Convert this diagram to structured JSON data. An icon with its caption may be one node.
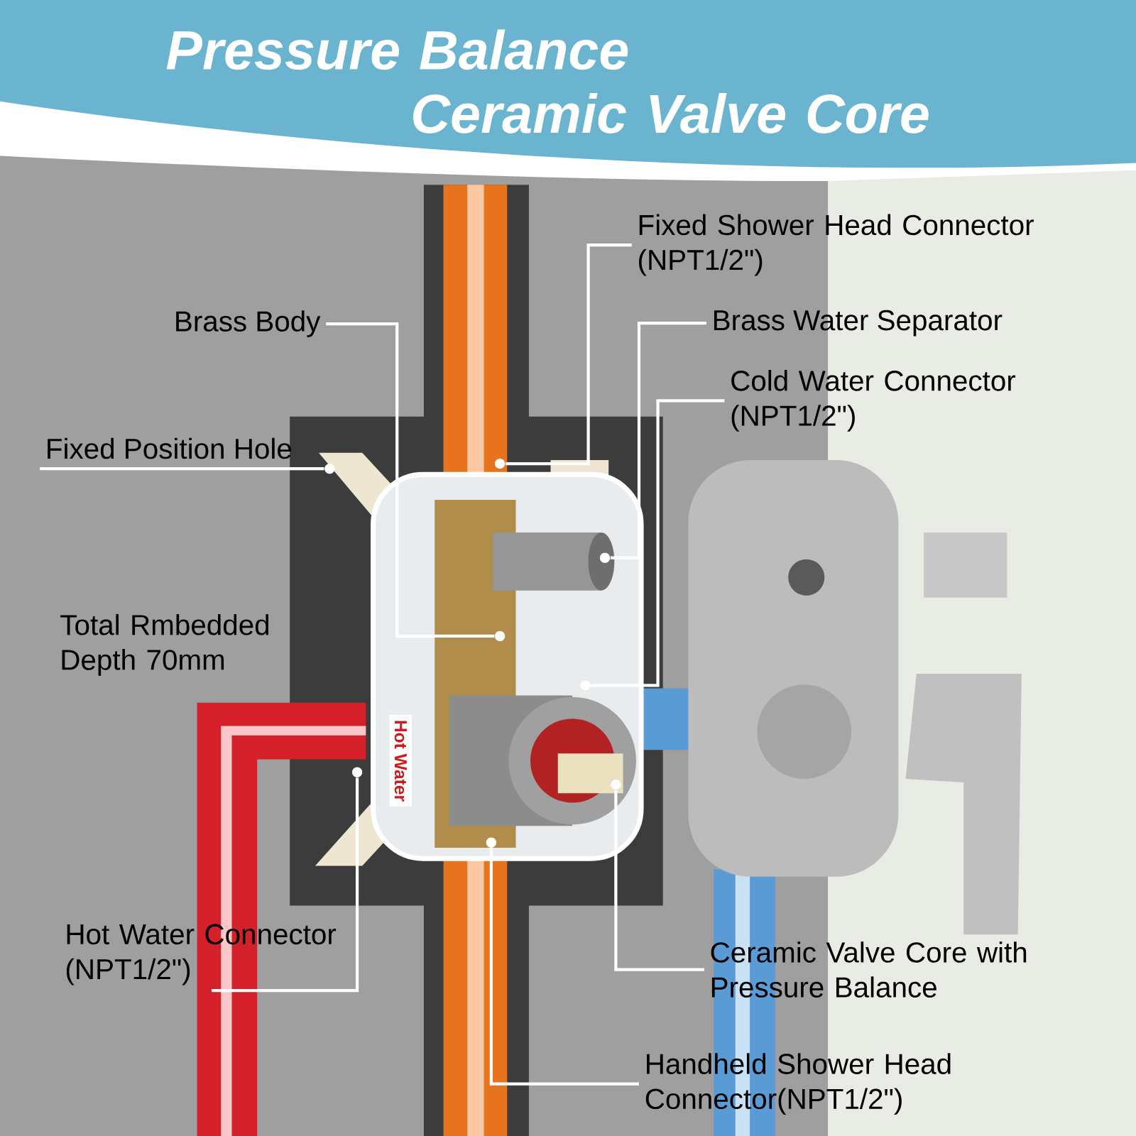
{
  "diagram": {
    "title": "Pressure Balance Ceramic Valve Core",
    "nodes": [
      {
        "text": [
          "Fixed Shower Head Connector (NPT1/2\")"
        ]
      },
      {
        "text": [
          "Brass Body"
        ]
      },
      {
        "text": [
          "Brass Water Separator"
        ]
      },
      {
        "text": [
          "Cold Water Connector (NPT1/2\")"
        ]
      },
      {
        "text": [
          "Fixed Position Hole"
        ]
      },
      {
        "text": [
          "Hot Water Connector (NPT1/2\")"
        ]
      },
      {
        "text": [
          "Ceramic Valve Core with Pressure Balance"
        ]
      },
      {
        "text": [
          "Handheld Shower Head Connector(NPT1/2\")"
        ]
      },
      {
        "text": [],
        "shape": "circle"
      },
      {
        "text": [],
        "shape": "circle"
      },
      {
        "text": [],
        "shape": "circle"
      },
      {
        "text": [],
        "shape": "circle"
      },
      {
        "text": [],
        "shape": "circle"
      },
      {
        "text": [],
        "shape": "circle"
      },
      {
        "text": [],
        "shape": "circle"
      },
      {
        "text": [],
        "shape": "circle"
      }
    ],
    "edges": [
      {
        "from": 0,
        "to": 8,
        "arrow": "none"
      },
      {
        "from": 1,
        "to": 11,
        "arrow": "none"
      },
      {
        "from": 2,
        "to": 10,
        "arrow": "none"
      },
      {
        "from": 3,
        "to": 12,
        "arrow": "none"
      },
      {
        "from": 4,
        "to": 9,
        "arrow": "none"
      },
      {
        "from": 5,
        "to": 13,
        "arrow": "none"
      },
      {
        "from": 6,
        "to": 14,
        "arrow": "none"
      },
      {
        "from": 7,
        "to": 15,
        "arrow": "none"
      }
    ],
    "labels": [
      "Total Rmbedded Depth 70mm",
      "Hot Water"
    ]
  }
}
